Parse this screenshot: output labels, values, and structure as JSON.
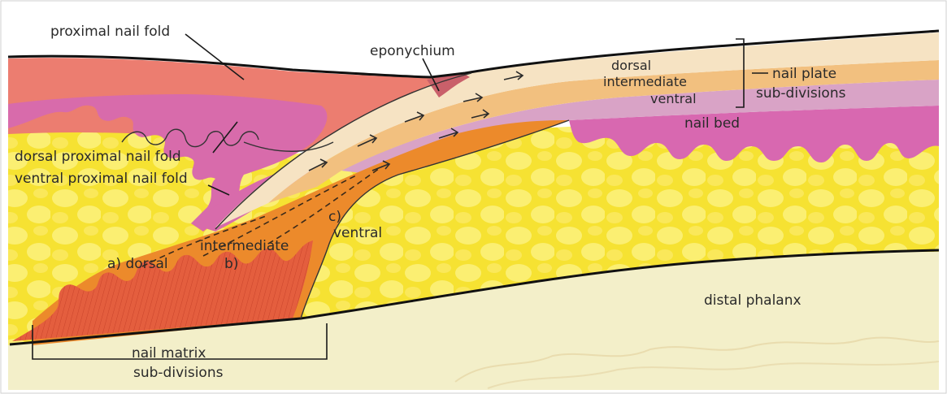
{
  "labels": {
    "proximal_nail_fold": "proximal nail fold",
    "eponychium": "eponychium",
    "dorsal_proximal_nail_fold": "dorsal proximal nail fold",
    "ventral_proximal_nail_fold": "ventral proximal nail fold",
    "plate_dorsal": "dorsal",
    "plate_intermediate": "intermediate",
    "plate_ventral": "ventral",
    "nail_plate": "nail plate",
    "sub_divisions": "sub-divisions",
    "nail_bed": "nail bed",
    "matrix_c": "c)",
    "matrix_ventral": "ventral",
    "matrix_intermediate": "intermediate",
    "matrix_a_dorsal": "a) dorsal",
    "matrix_b": "b)",
    "distal_phalanx": "distal phalanx",
    "nail_matrix": "nail matrix",
    "matrix_sub_divisions": "sub-divisions"
  },
  "colors": {
    "bone": "#f3efc8",
    "fat": "#f7e43a",
    "fat_cell": "#fbee6a",
    "skin_pink": "#ec7a6f",
    "magenta_tissue": "#d86aa8",
    "matrix_orange": "#ec8a2a",
    "matrix_red": "#e25a3a",
    "plate_dorsal": "#f6e3c2",
    "plate_intermediate": "#f3c181",
    "plate_ventral": "#d9a2c4",
    "nail_bed": "#d868b0"
  }
}
